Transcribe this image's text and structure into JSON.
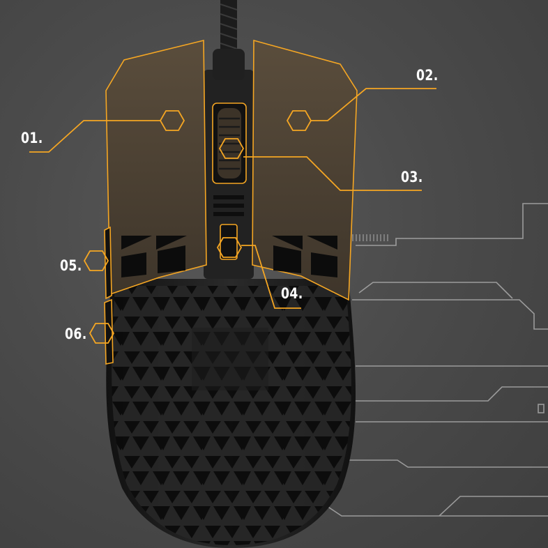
{
  "diagram": {
    "accent_color": "#f5a623",
    "background_color": "#4a4a4a",
    "mouse_body_color": "#161616",
    "top_shell_color": "#4a3f32",
    "trace_color": "#b8b8b8",
    "callouts": [
      {
        "id": "01",
        "label": "01."
      },
      {
        "id": "02",
        "label": "02."
      },
      {
        "id": "03",
        "label": "03."
      },
      {
        "id": "04",
        "label": "04."
      },
      {
        "id": "05",
        "label": "05."
      },
      {
        "id": "06",
        "label": "06."
      }
    ]
  }
}
